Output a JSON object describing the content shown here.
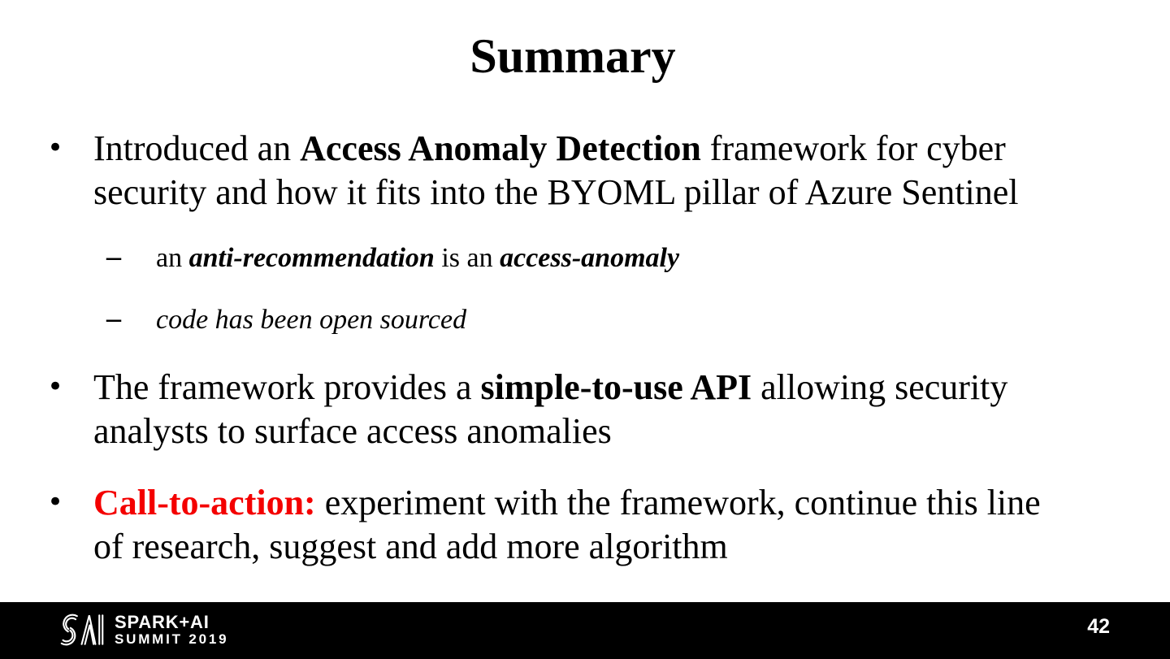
{
  "slide": {
    "title": "Summary"
  },
  "markers": {
    "level1": "•",
    "level2": "–"
  },
  "colors": {
    "background": "#ffffff",
    "text": "#000000",
    "accent_red": "#f40000",
    "footer_bg": "#000000",
    "footer_text": "#ffffff"
  },
  "bullets": [
    {
      "level": 1,
      "lines": [
        {
          "runs": [
            {
              "text": "Introduced an ",
              "style": "normal"
            },
            {
              "text": "Access Anomaly Detection",
              "style": "bold"
            },
            {
              "text": " framework for cyber",
              "style": "normal"
            }
          ]
        },
        {
          "runs": [
            {
              "text": "security and how it fits into the BYOML pillar of Azure Sentinel",
              "style": "normal"
            }
          ]
        }
      ]
    },
    {
      "level": 2,
      "lines": [
        {
          "runs": [
            {
              "text": "an ",
              "style": "normal"
            },
            {
              "text": "anti-recommendation",
              "style": "bold-italic"
            },
            {
              "text": " is an ",
              "style": "normal"
            },
            {
              "text": "access-anomaly",
              "style": "bold-italic"
            }
          ]
        }
      ]
    },
    {
      "level": 2,
      "lines": [
        {
          "runs": [
            {
              "text": "code has been open sourced",
              "style": "italic"
            }
          ]
        }
      ]
    },
    {
      "level": 1,
      "lines": [
        {
          "runs": [
            {
              "text": "The framework provides a ",
              "style": "normal"
            },
            {
              "text": "simple-to-use API",
              "style": "bold"
            },
            {
              "text": " allowing security",
              "style": "normal"
            }
          ]
        },
        {
          "runs": [
            {
              "text": "analysts to surface access anomalies",
              "style": "normal"
            }
          ]
        }
      ]
    },
    {
      "level": 1,
      "lines": [
        {
          "runs": [
            {
              "text": "Call-to-action:",
              "style": "red-bold"
            },
            {
              "text": " experiment with the framework, continue this line",
              "style": "normal"
            }
          ]
        },
        {
          "runs": [
            {
              "text": "of research, suggest and add more algorithm",
              "style": "normal"
            }
          ]
        }
      ]
    }
  ],
  "footer": {
    "logo": {
      "line1": "SPARK+AI",
      "line2": "SUMMIT 2019"
    },
    "page_number": "42"
  }
}
